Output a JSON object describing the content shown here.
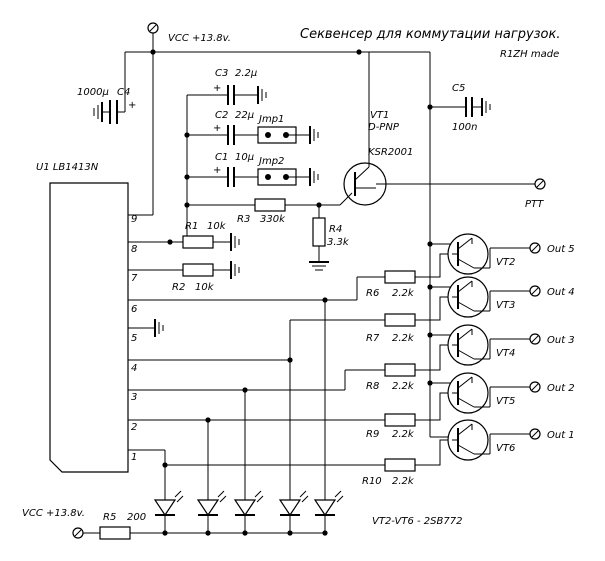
{
  "title": "Секвенсер для коммутации нагрузок.",
  "author": "R1ZH made",
  "vcc_top": "VCC +13.8v.",
  "vcc_bottom": "VCC +13.8v.",
  "ic": {
    "name": "U1 LB1413N",
    "pins": [
      "1",
      "2",
      "3",
      "4",
      "5",
      "6",
      "7",
      "8",
      "9"
    ]
  },
  "c3": {
    "name": "C3",
    "value": "2.2µ"
  },
  "c2": {
    "name": "C2",
    "value": "22µ"
  },
  "c1": {
    "name": "C1",
    "value": "10µ"
  },
  "c4": {
    "name": "C4",
    "value": "1000µ"
  },
  "c5": {
    "name": "C5",
    "value": "100n"
  },
  "jmp1": "Jmp1",
  "jmp2": "Jmp2",
  "vt1": {
    "name": "VT1",
    "type": "D-PNP",
    "part": "KSR2001"
  },
  "ptt": "PTT",
  "r1": {
    "name": "R1",
    "value": "10k"
  },
  "r2": {
    "name": "R2",
    "value": "10k"
  },
  "r3": {
    "name": "R3",
    "value": "330k"
  },
  "r4": {
    "name": "R4",
    "value": "3.3k"
  },
  "r5": {
    "name": "R5",
    "value": "200"
  },
  "r6": {
    "name": "R6",
    "value": "2.2k"
  },
  "r7": {
    "name": "R7",
    "value": "2.2k"
  },
  "r8": {
    "name": "R8",
    "value": "2.2k"
  },
  "r9": {
    "name": "R9",
    "value": "2.2k"
  },
  "r10": {
    "name": "R10",
    "value": "2.2k"
  },
  "transistors": [
    "VT2",
    "VT3",
    "VT4",
    "VT5",
    "VT6"
  ],
  "outputs": [
    "Out 5",
    "Out 4",
    "Out 3",
    "Out 2",
    "Out 1"
  ],
  "note": "VT2-VT6 - 2SB772",
  "plus": "+"
}
